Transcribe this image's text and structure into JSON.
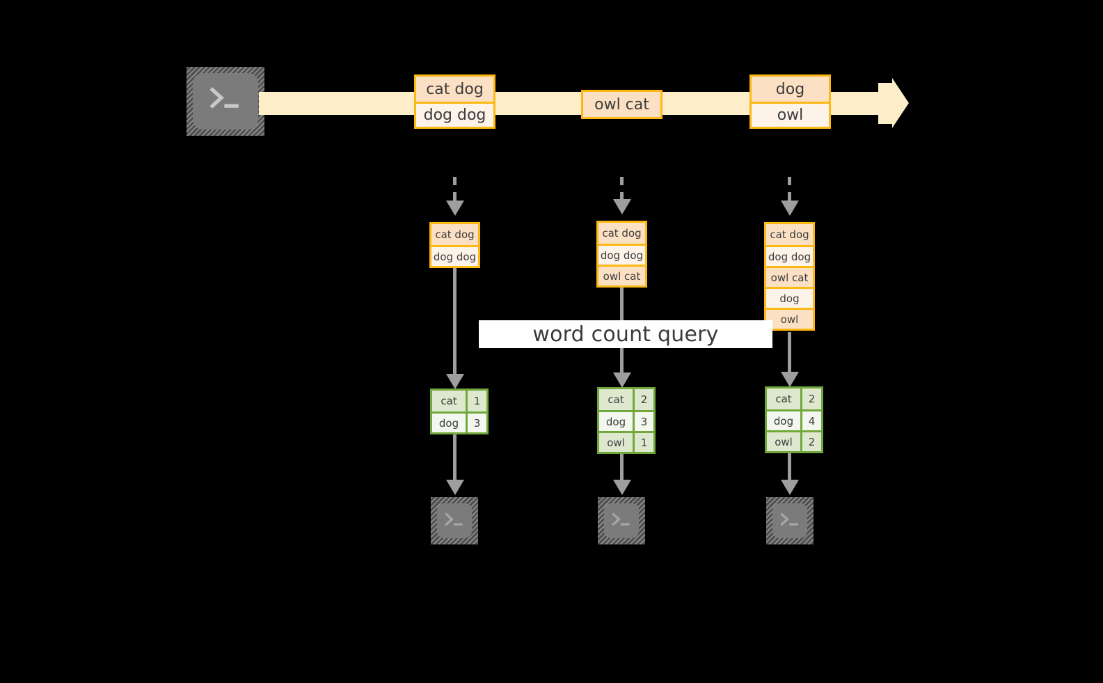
{
  "diagram": {
    "title": "word count streaming query",
    "colors": {
      "background": "#000000",
      "record_border": "#fcb813",
      "record_fill_dark": "#fce0c4",
      "record_fill_light": "#fdf3e9",
      "stream_band": "#fdeec9",
      "result_border": "#71a83b",
      "result_fill_dark": "#dde8cf",
      "result_fill_light": "#f3f7ee",
      "arrow_gray": "#9e9e9e",
      "terminal_gray": "#7b7b7b",
      "text": "#3c3c3c",
      "banner_bg": "#ffffff"
    },
    "banner": {
      "label": "word count query"
    },
    "source": {
      "icon": "terminal-icon"
    },
    "stream": {
      "icon": "stream-arrow-icon",
      "batches": [
        {
          "id": "batch-1",
          "lines": [
            {
              "text": "cat dog",
              "shade": "dark"
            },
            {
              "text": "dog dog",
              "shade": "light"
            }
          ]
        },
        {
          "id": "batch-2",
          "lines": [
            {
              "text": "owl cat",
              "shade": "dark"
            }
          ]
        },
        {
          "id": "batch-3",
          "lines": [
            {
              "text": "dog",
              "shade": "dark"
            },
            {
              "text": "owl",
              "shade": "light"
            }
          ]
        }
      ]
    },
    "columns": [
      {
        "id": "column-1",
        "state": {
          "lines": [
            {
              "text": "cat dog",
              "shade": "dark"
            },
            {
              "text": "dog dog",
              "shade": "light"
            }
          ]
        },
        "result": {
          "rows": [
            {
              "key": "cat",
              "value": "1",
              "shade": "dark"
            },
            {
              "key": "dog",
              "value": "3",
              "shade": "light"
            }
          ]
        },
        "sink": {
          "icon": "terminal-icon"
        }
      },
      {
        "id": "column-2",
        "state": {
          "lines": [
            {
              "text": "cat dog",
              "shade": "dark"
            },
            {
              "text": "dog dog",
              "shade": "light"
            },
            {
              "text": "owl cat",
              "shade": "dark"
            }
          ]
        },
        "result": {
          "rows": [
            {
              "key": "cat",
              "value": "2",
              "shade": "dark"
            },
            {
              "key": "dog",
              "value": "3",
              "shade": "light"
            },
            {
              "key": "owl",
              "value": "1",
              "shade": "dark"
            }
          ]
        },
        "sink": {
          "icon": "terminal-icon"
        }
      },
      {
        "id": "column-3",
        "state": {
          "lines": [
            {
              "text": "cat dog",
              "shade": "dark"
            },
            {
              "text": "dog dog",
              "shade": "light"
            },
            {
              "text": "owl cat",
              "shade": "dark"
            },
            {
              "text": "dog",
              "shade": "light"
            },
            {
              "text": "owl",
              "shade": "dark"
            }
          ]
        },
        "result": {
          "rows": [
            {
              "key": "cat",
              "value": "2",
              "shade": "dark"
            },
            {
              "key": "dog",
              "value": "4",
              "shade": "light"
            },
            {
              "key": "owl",
              "value": "2",
              "shade": "dark"
            }
          ]
        },
        "sink": {
          "icon": "terminal-icon"
        }
      }
    ]
  }
}
